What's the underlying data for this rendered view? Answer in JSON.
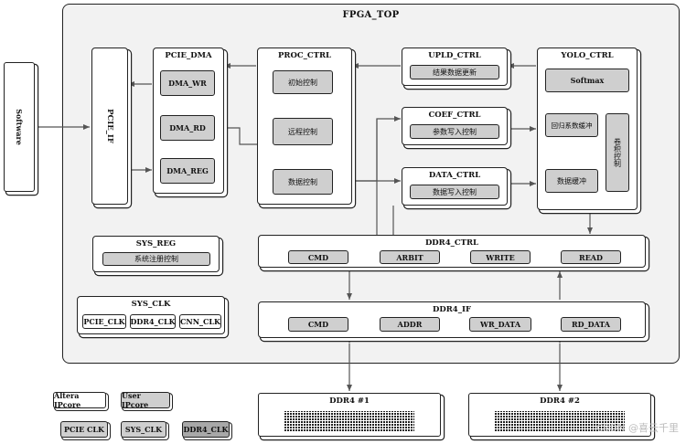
{
  "title": "FPGA_TOP",
  "software": "Software",
  "pcie_if": "PCIE_IF",
  "pcie_dma": {
    "title": "PCIE_DMA",
    "items": [
      "DMA_WR",
      "DMA_RD",
      "DMA_REG"
    ]
  },
  "proc_ctrl": {
    "title": "PROC_CTRL",
    "items": [
      "初始控制",
      "远程控制",
      "数据控制"
    ]
  },
  "upld_ctrl": {
    "title": "UPLD_CTRL",
    "item": "结果数据更新"
  },
  "coef_ctrl": {
    "title": "COEF_CTRL",
    "item": "参数写入控制"
  },
  "data_ctrl": {
    "title": "DATA_CTRL",
    "item": "数据写入控制"
  },
  "yolo_ctrl": {
    "title": "YOLO_CTRL",
    "softmax": "Softmax",
    "coef_buffer": "回归系数缓冲",
    "conv_ctrl": "卷积控制",
    "data_buffer": "数据缓冲"
  },
  "sys_reg": {
    "title": "SYS_REG",
    "item": "系统注册控制"
  },
  "sys_clk": {
    "title": "SYS_CLK",
    "items": [
      "PCIE_CLK",
      "DDR4_CLK",
      "CNN_CLK"
    ]
  },
  "ddr4_ctrl": {
    "title": "DDR4_CTRL",
    "items": [
      "CMD",
      "ARBIT",
      "WRITE",
      "READ"
    ]
  },
  "ddr4_if": {
    "title": "DDR4_IF",
    "items": [
      "CMD",
      "ADDR",
      "WR_DATA",
      "RD_DATA"
    ]
  },
  "ddr4_chips": [
    "DDR4 #1",
    "DDR4 #2"
  ],
  "legend": {
    "altera": "Altera IPcore",
    "user": "User IPcore",
    "pcie_clk": "PCIE CLK",
    "sys_clk": "SYS_CLK",
    "ddr4_clk": "DDR4_CLK"
  },
  "watermark": "CSDN @喜云千里",
  "colors": {
    "block_fill": "#cfcfcf",
    "top_fill": "#f2f2f2",
    "line": "#222222"
  }
}
